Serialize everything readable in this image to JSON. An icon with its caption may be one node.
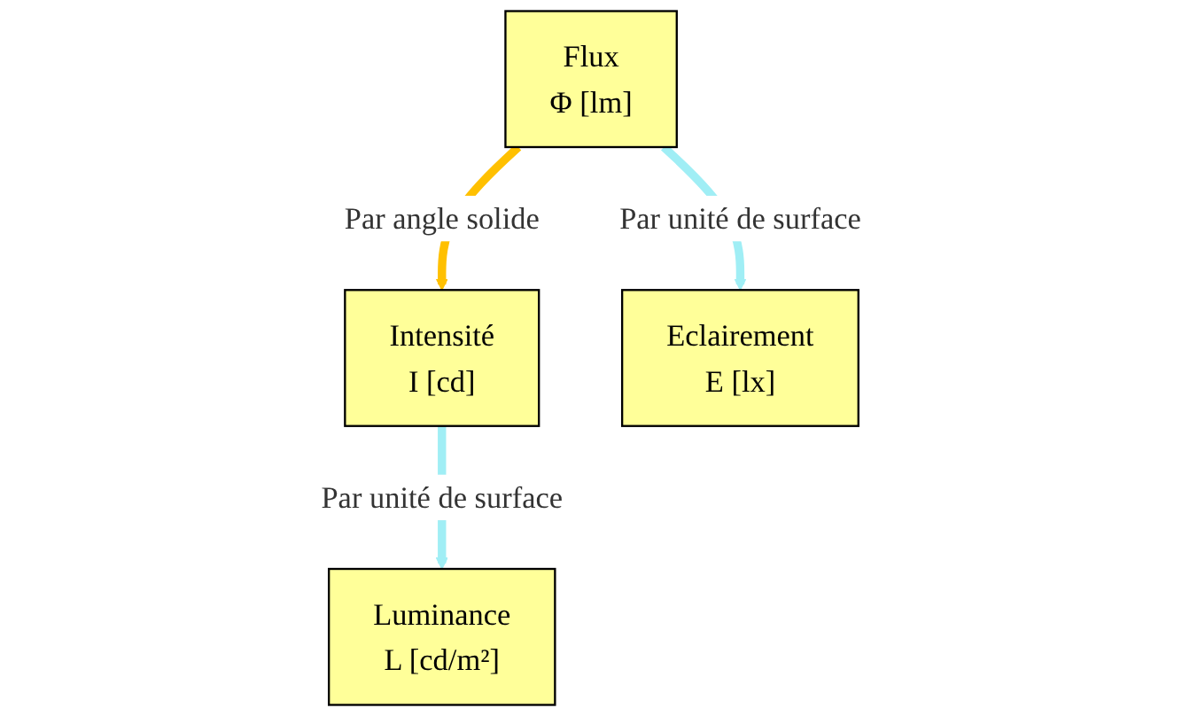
{
  "diagram": {
    "nodes": [
      {
        "text": [
          "Flux",
          "Φ [lm]"
        ]
      },
      {
        "text": [
          "Intensité",
          "I [cd]"
        ]
      },
      {
        "text": [
          "Eclairement",
          "E [lx]"
        ]
      },
      {
        "text": [
          "Luminance",
          "L [cd/m²]"
        ]
      }
    ],
    "edges": [
      {
        "from": 0,
        "to": 1,
        "arrow": "to",
        "label": "Par angle solide",
        "color": "#ffc000"
      },
      {
        "from": 0,
        "to": 2,
        "arrow": "to",
        "label": "Par unité de surface"
      },
      {
        "from": 1,
        "to": 3,
        "arrow": "to",
        "label": "Par unité de surface"
      }
    ]
  }
}
